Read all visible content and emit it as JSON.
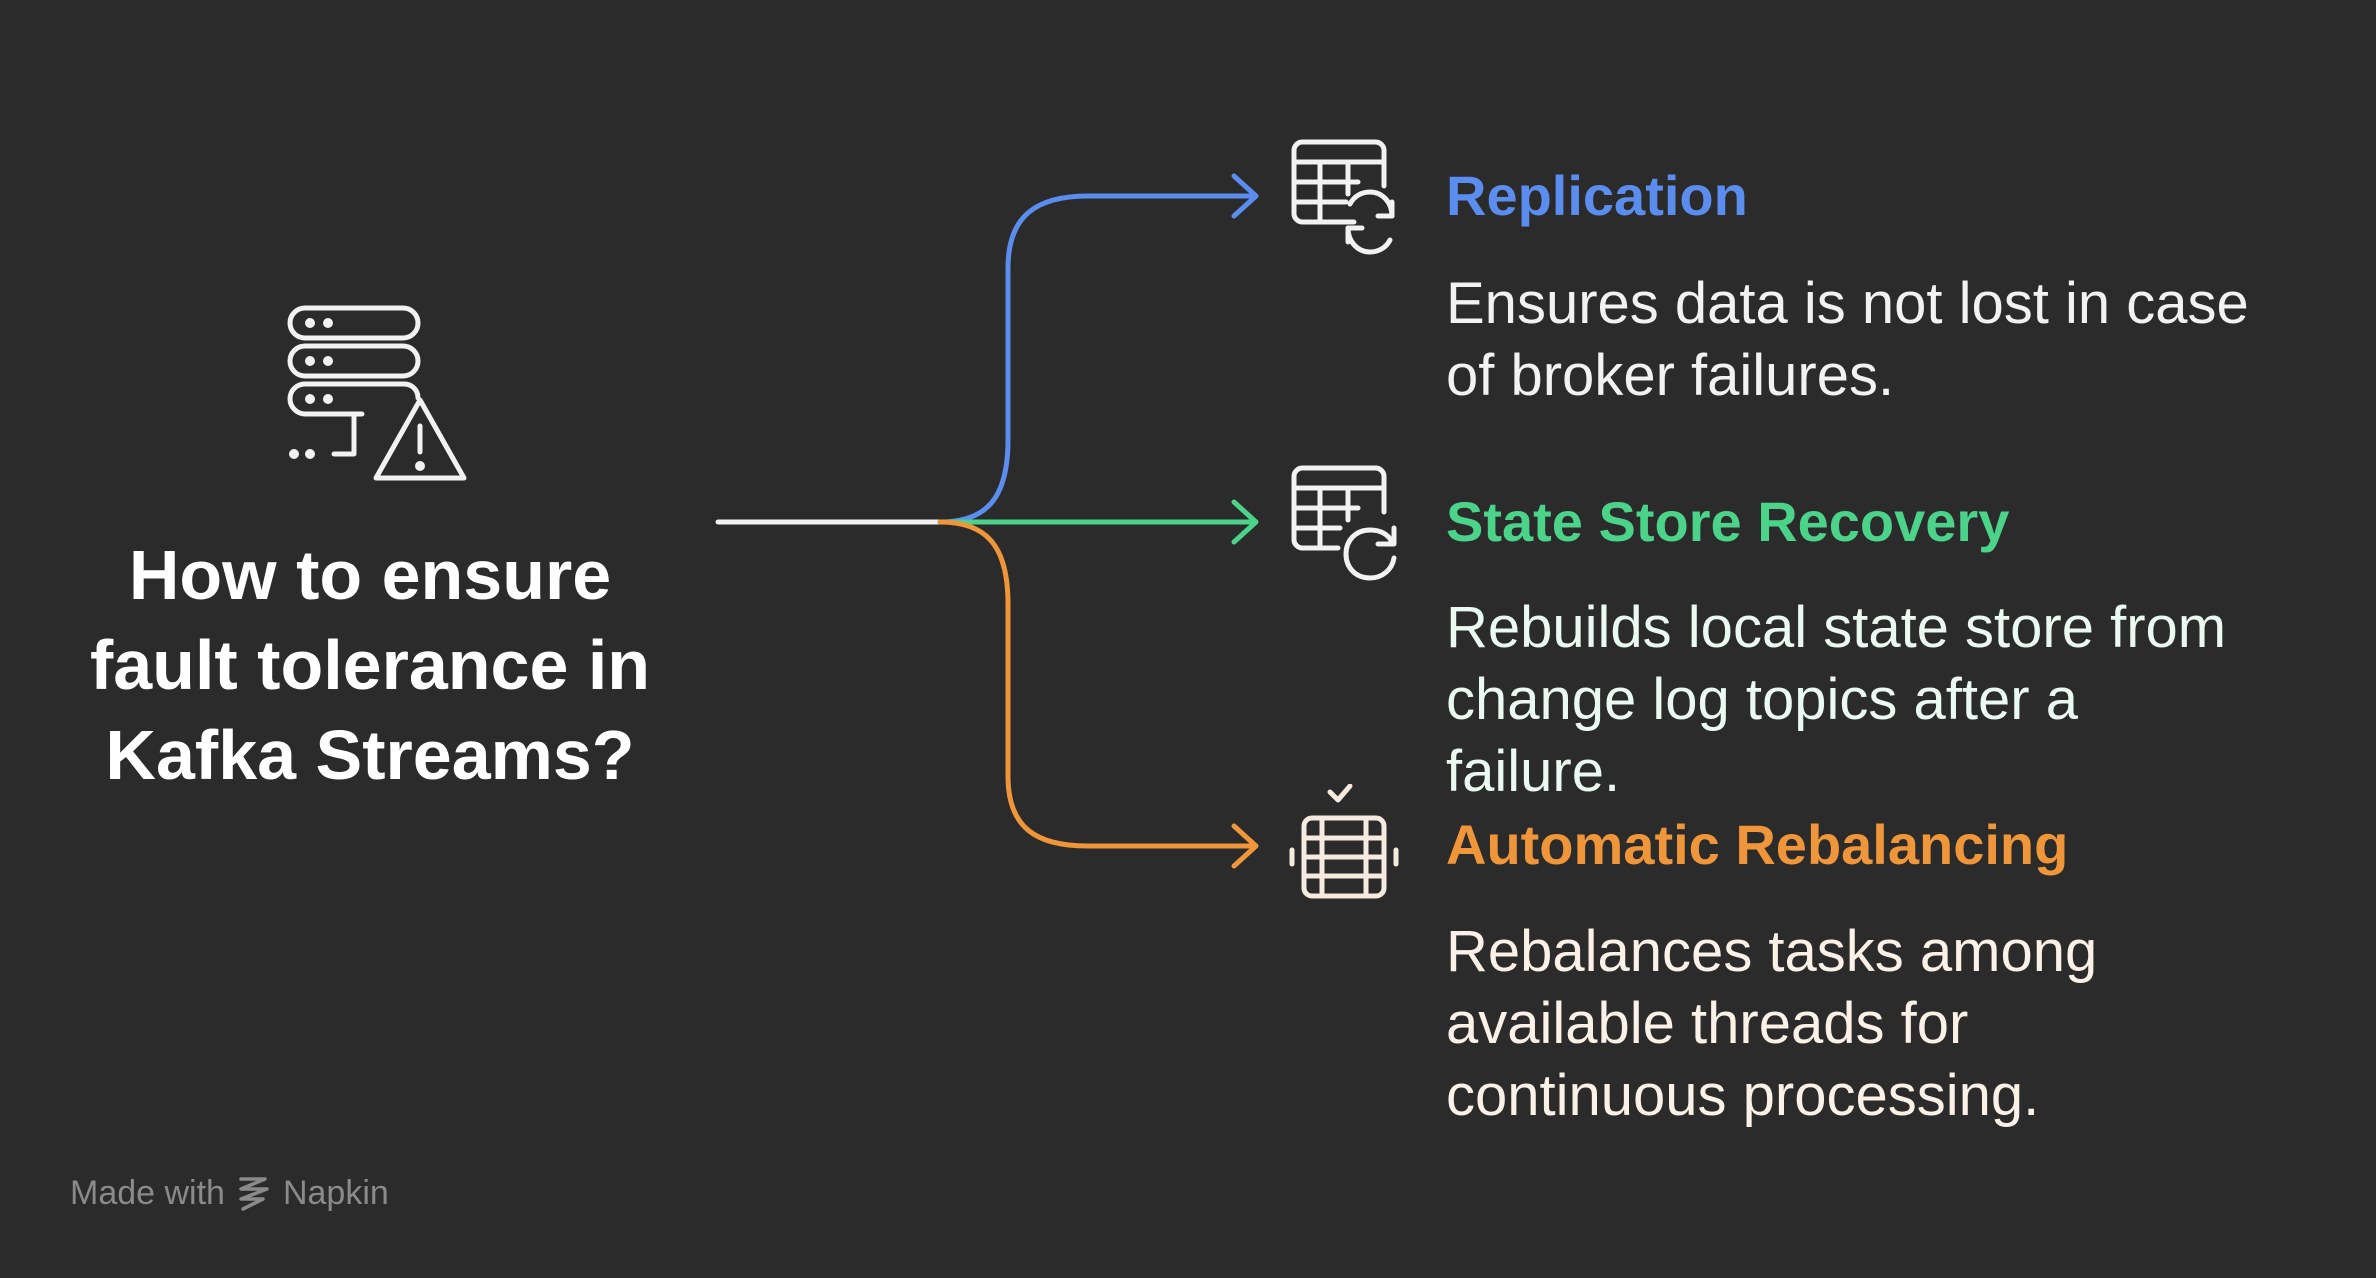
{
  "title": "How to ensure\nfault tolerance in\nKafka Streams?",
  "main_icon": "server-warning-icon",
  "branches": [
    {
      "heading": "Replication",
      "description": "Ensures data is not lost in case\nof broker failures.",
      "icon": "table-sync-icon",
      "color": "#5b8def"
    },
    {
      "heading": "State Store Recovery",
      "description": "Rebuilds local state store from\nchange log topics after a\nfailure.",
      "icon": "table-refresh-icon",
      "color": "#4cd38a"
    },
    {
      "heading": "Automatic Rebalancing",
      "description": "Rebalances tasks among\navailable threads for\ncontinuous processing.",
      "icon": "balanced-stack-icon",
      "color": "#f0963a"
    }
  ],
  "footer": {
    "prefix": "Made with",
    "brand": "Napkin"
  }
}
